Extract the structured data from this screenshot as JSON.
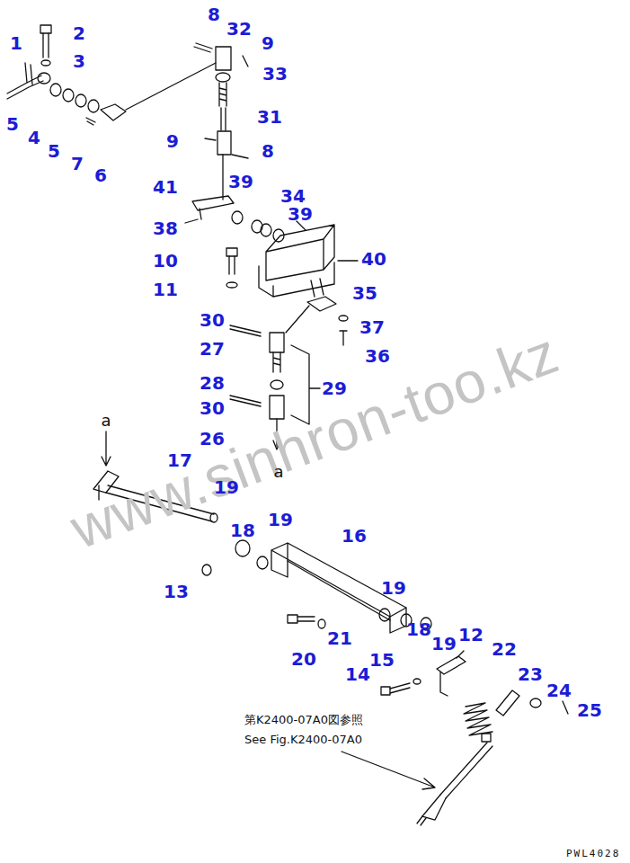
{
  "diagram": {
    "labels": [
      "1",
      "2",
      "3",
      "8",
      "32",
      "9",
      "33",
      "5",
      "4",
      "5",
      "7",
      "6",
      "31",
      "9",
      "8",
      "41",
      "39",
      "34",
      "38",
      "39",
      "10",
      "40",
      "11",
      "35",
      "30",
      "37",
      "27",
      "36",
      "28",
      "29",
      "30",
      "26",
      "a",
      "a",
      "17",
      "19",
      "19",
      "18",
      "16",
      "13",
      "19",
      "18",
      "21",
      "20",
      "19",
      "12",
      "22",
      "14",
      "15",
      "23",
      "24",
      "25",
      "第K2400-07A0図参照",
      "See Fig.K2400-07A0",
      "PWL4028",
      "www.sinhron-too.kz"
    ]
  }
}
